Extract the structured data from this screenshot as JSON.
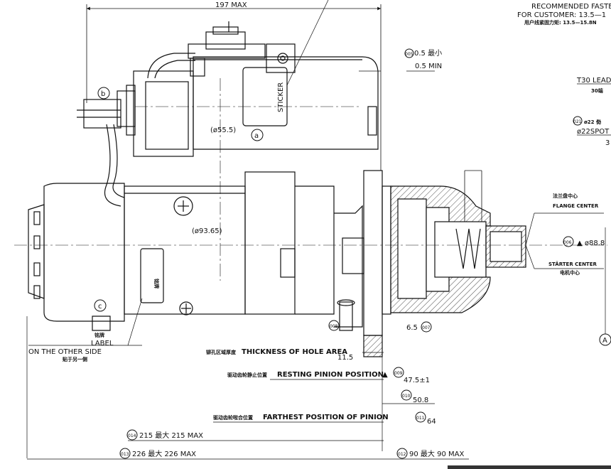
{
  "header": {
    "max_197": "197 MAX",
    "fasten_line1": "RECOMMENDED FASTEN",
    "fasten_line2": "FOR CUSTOMER: 13.5—1",
    "fasten_line3": "用户线紧固力矩: 13.5—15.8N"
  },
  "callouts": {
    "c005_num": "005",
    "c005_text": "0.5 最小",
    "c005_min": "0.5 MIN",
    "t30_lead": "T30 LEAD",
    "t30_cn": "30端",
    "c021_num": "021",
    "c021_text": "ø22 俲",
    "c021_spot": "ø22SPOT",
    "c021_tail": "3",
    "bubble_a": "a",
    "bubble_b": "b",
    "bubble_c": "c",
    "bubble_A": "A",
    "dia_555": "(ø55.5)",
    "dia_9365": "(ø93.65)",
    "sticker": "STICKER",
    "label_cn_box": "铭牌",
    "flange_cn": "法兰盘中心",
    "flange_center": "FLANGE CENTER",
    "c006_num": "006",
    "c006_text": "▲ ø88.8",
    "starter_center": "STÄRTER CENTER",
    "starter_cn": "电机中心",
    "c007_text": "6.5",
    "c007_num": "007",
    "label_cn": "铭牌",
    "label_en": "LABEL",
    "label_side": "ON THE OTHER SIDE",
    "label_side_cn": "贴于另一侧"
  },
  "dimensions": {
    "c008_num": "008",
    "c008_cn": "铆孔区域厚度",
    "c008_en": "THICKNESS OF HOLE AREA",
    "c008_val": "11.5",
    "c009_num": "009",
    "c009_cn": "驱动齿轮静止位置",
    "c009_en": "RESTING PINION POSITION",
    "c009_val": "47.5±1",
    "c010_num": "010",
    "c010_val": "50.8",
    "c011_num": "011",
    "c011_cn": "驱动齿轮啦合位置",
    "c011_en": "FARTHEST POSITION OF PINION",
    "c011_val": "64",
    "c012_num": "012",
    "c012_val": "90 最大  90 MAX",
    "c013_num": "013",
    "c013_val": "226 最大 226 MAX",
    "c014_num": "014",
    "c014_val": "215 最大 215 MAX"
  }
}
